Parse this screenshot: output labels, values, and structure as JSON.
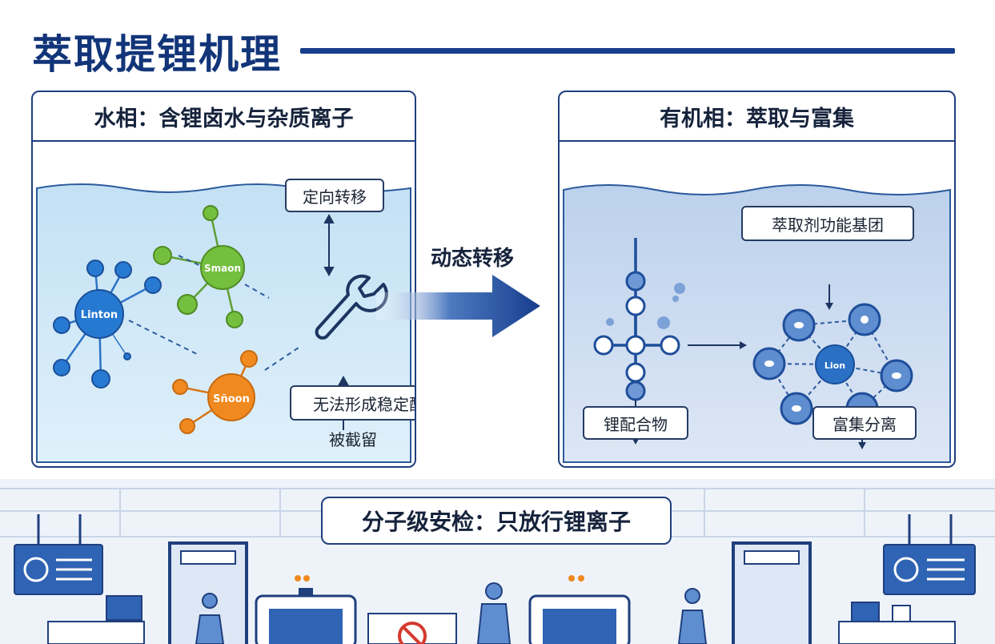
{
  "title": "萃取提锂机理",
  "left_panel": {
    "header": "水相：含锂卤水与杂质离子",
    "labels": {
      "directed_transfer": "定向转移",
      "cannot_form": "无法形成稳定配合物",
      "retained": "被截留"
    },
    "ions": {
      "lithium": "Linton",
      "green": "Smaon",
      "orange": "Sñoon"
    }
  },
  "arrow_label": "动态转移",
  "right_panel": {
    "header": "有机相：萃取与富集",
    "labels": {
      "extractant_groups": "萃取剂功能基团",
      "lithium_complex": "锂配合物",
      "enrich_separate": "富集分离"
    },
    "center_ion": "Lion"
  },
  "bottom": {
    "banner": "分子级安检：只放行锂离子"
  },
  "colors": {
    "navy": "#173d8c",
    "water": "#cfe6f6",
    "organic": "#c9d9ef",
    "lithium_blue": "#2679d0",
    "green": "#74bf3e",
    "orange": "#f0891f"
  }
}
